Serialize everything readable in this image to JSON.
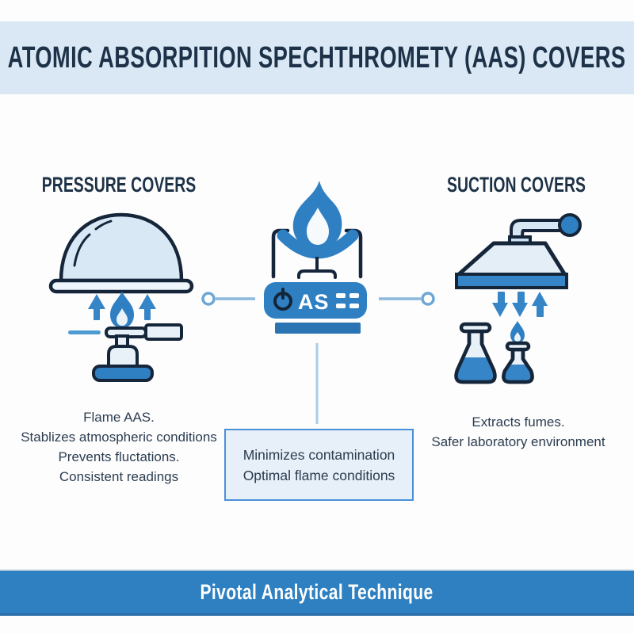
{
  "title": "ATOMIC ABSORPITION SPECHTHROMETY (AAS) COVERS",
  "sections": {
    "pressure": {
      "heading": "PRESSURE COVERS",
      "icon": "dome-cover-over-bunsen-burner-icon",
      "caption_lines": [
        "Flame AAS.",
        "Stablizes atmospheric conditions",
        "Prevents fluctations.",
        "Consistent readings"
      ]
    },
    "center": {
      "icon": "aas-flame-device-icon",
      "device_label": "AS",
      "power_icon": "power-icon",
      "callout_lines": [
        "Minimizes contamination",
        "Optimal flame conditions"
      ]
    },
    "suction": {
      "heading": "SUCTION COVERS",
      "icon": "fume-hood-with-flasks-icon",
      "caption_lines": [
        "Extracts fumes.",
        "Safer laboratory environment"
      ]
    }
  },
  "footer": {
    "banner": "Pivotal Analytical Technique"
  },
  "colors": {
    "band_bg": "#d9e8f4",
    "banner_bg": "#2e80c1",
    "primary_blue": "#2f80c3",
    "liquid_blue": "#3585c7",
    "navy_text": "#1d3248",
    "body_text": "#2c3d51",
    "outline_navy": "#16263a",
    "light_fill": "#e8f1f8",
    "callout_bg": "#e7f0f8",
    "callout_border": "#4a90d8",
    "connector": "#8cb8dd"
  }
}
